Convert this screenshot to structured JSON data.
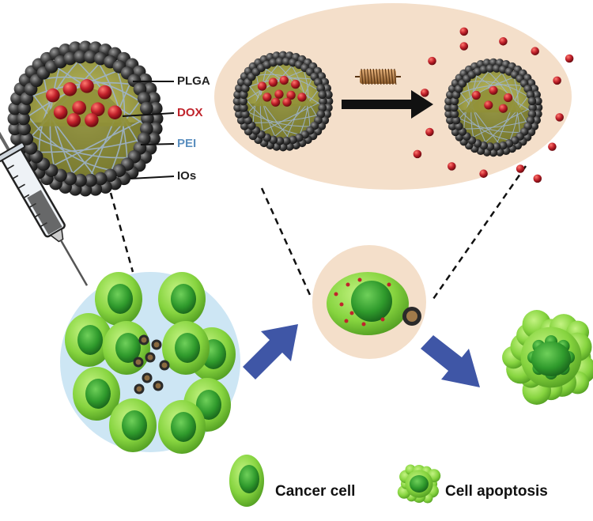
{
  "labels": {
    "plga": "PLGA",
    "dox": "DOX",
    "pei": "PEI",
    "ios": "IOs"
  },
  "legend": {
    "cancer_cell": "Cancer cell",
    "cell_apoptosis": "Cell apoptosis"
  },
  "colors": {
    "plga": "#222222",
    "dox": "#c0242c",
    "pei": "#5b8fbf",
    "ios": "#222222",
    "cell_green": "#7fd63a",
    "cell_nucleus": "#2f9a2c",
    "tumor_bg": "#cde6f4",
    "zoom_bg": "#f4dfca",
    "arrow_blue": "#3f56a6",
    "nanoparticle_shell": "#3a3a3a",
    "dox_sphere": "#a3161c"
  },
  "icons": {
    "syringe": "syringe-icon",
    "coil": "magnetic-coil-icon",
    "arrow": "process-arrow-icon"
  }
}
